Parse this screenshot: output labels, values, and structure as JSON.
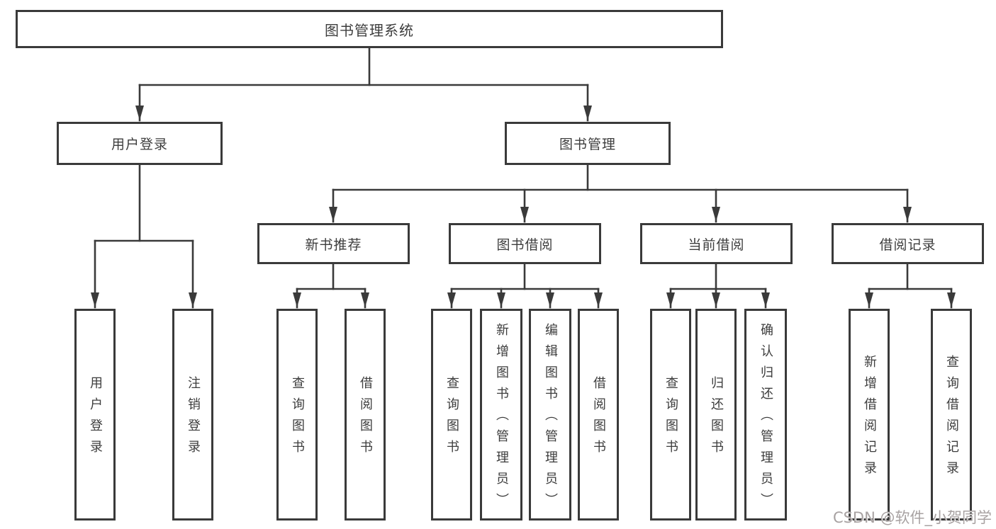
{
  "tree": {
    "root": {
      "label": "图书管理系统"
    },
    "branches": [
      {
        "label": "用户登录",
        "leaves": [
          {
            "label": "用户登录"
          },
          {
            "label": "注销登录"
          }
        ]
      },
      {
        "label": "图书管理",
        "groups": [
          {
            "label": "新书推荐",
            "leaves": [
              {
                "label": "查询图书"
              },
              {
                "label": "借阅图书"
              }
            ]
          },
          {
            "label": "图书借阅",
            "leaves": [
              {
                "label": "查询图书"
              },
              {
                "label": "新增图书（管理员）"
              },
              {
                "label": "编辑图书（管理员）"
              },
              {
                "label": "借阅图书"
              }
            ]
          },
          {
            "label": "当前借阅",
            "leaves": [
              {
                "label": "查询图书"
              },
              {
                "label": "归还图书"
              },
              {
                "label": "确认归还（管理员）"
              }
            ]
          },
          {
            "label": "借阅记录",
            "leaves": [
              {
                "label": "新增借阅记录"
              },
              {
                "label": "查询借阅记录"
              }
            ]
          }
        ]
      }
    ]
  },
  "watermark": {
    "text": "CSDN @软件_小贺同学"
  },
  "colors": {
    "line": "#3a3a3a",
    "box_border": "#3a3a3a",
    "text": "#3d3d3d",
    "background": "#ffffff",
    "watermark": "#a8a2a2"
  }
}
